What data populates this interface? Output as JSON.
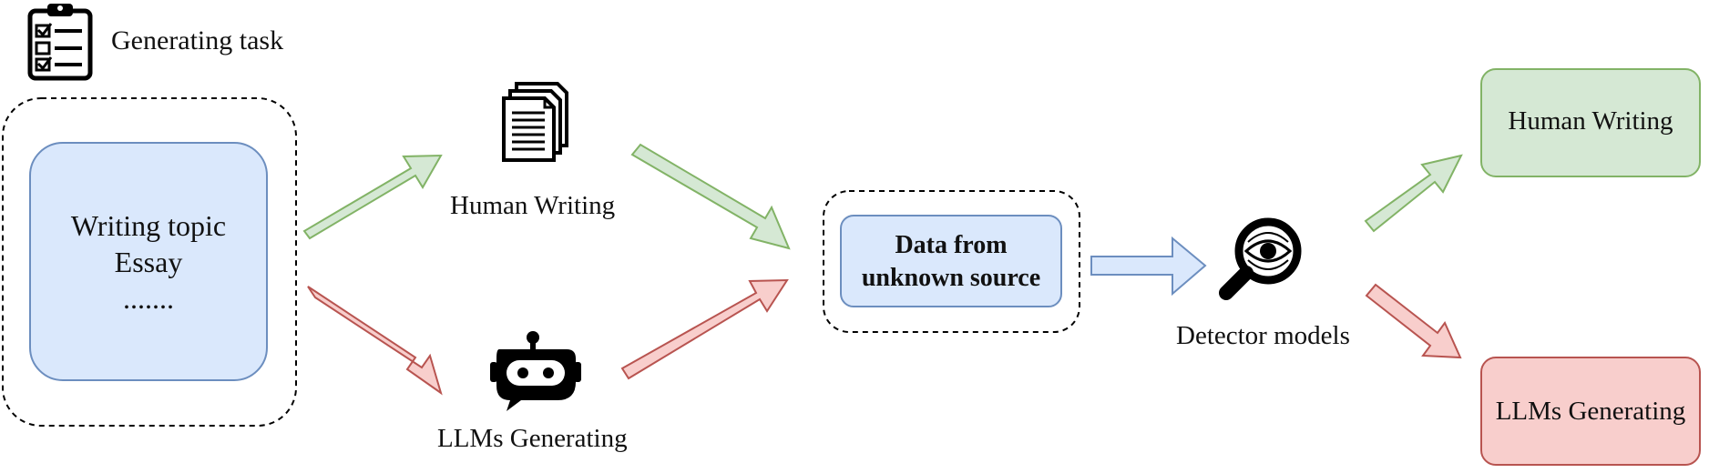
{
  "header": {
    "task_label": "Generating task"
  },
  "input_box": {
    "line1": "Writing topic",
    "line2": "Essay",
    "line3": "......."
  },
  "sources": {
    "human": "Human Writing",
    "llm": "LLMs Generating"
  },
  "center_box": {
    "line1": "Data from",
    "line2": "unknown source"
  },
  "detector": {
    "label": "Detector models"
  },
  "outputs": {
    "human": "Human Writing",
    "llm": "LLMs Generating"
  },
  "colors": {
    "blue_fill": "#dae8fc",
    "blue_stroke": "#6c8ebf",
    "green_fill": "#d5e8d4",
    "green_stroke": "#82b366",
    "red_fill": "#f8cecc",
    "red_stroke": "#b85450"
  },
  "icons": [
    "clipboard-checklist-icon",
    "documents-icon",
    "robot-chat-icon",
    "magnifier-eye-icon"
  ]
}
